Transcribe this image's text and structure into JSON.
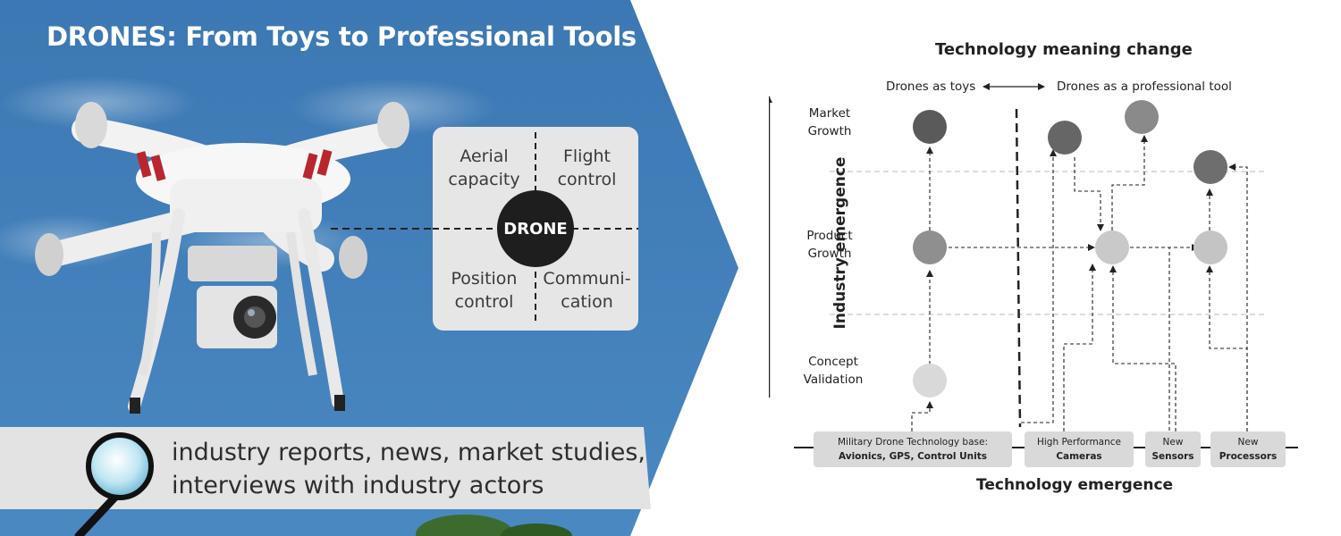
{
  "left": {
    "title": "DRONES: From Toys to Professional Tools",
    "capabilities": {
      "top_left": [
        "Aerial",
        "capacity"
      ],
      "top_right": [
        "Flight",
        "control"
      ],
      "bottom_left": [
        "Position",
        "control"
      ],
      "bottom_right": [
        "Communi-",
        "cation"
      ],
      "center": "DRONE"
    },
    "sources": [
      "industry reports, news, market studies,",
      "interviews with industry actors"
    ],
    "colors": {
      "sky": "#3f7cb6",
      "band": "#e3e3e3",
      "grid_box": "#e6e6e6",
      "center": "#1e1e1e"
    }
  },
  "diagram": {
    "title": "Technology meaning change",
    "meaning_left": "Drones as toys",
    "meaning_right": "Drones as a professional tool",
    "y_axis": "Industry emergence",
    "x_axis": "Technology emergence",
    "stages": {
      "market": [
        "Market",
        "Growth"
      ],
      "product": [
        "Product",
        "Growth"
      ],
      "concept": [
        "Concept",
        "Validation"
      ]
    },
    "technologies": [
      {
        "line1": "Military Drone Technology base:",
        "line2": "Avionics, GPS, Control Units"
      },
      {
        "line1": "High Performance",
        "line2": "Cameras"
      },
      {
        "line1": "New",
        "line2": "Sensors"
      },
      {
        "line1": "New",
        "line2": "Processors"
      }
    ],
    "colors": {
      "dark": "#5a5a5a",
      "medium": "#8f8f8f",
      "light": "#c9c9c9",
      "lighter": "#d9d9d9",
      "box": "#d9d9d9"
    }
  }
}
